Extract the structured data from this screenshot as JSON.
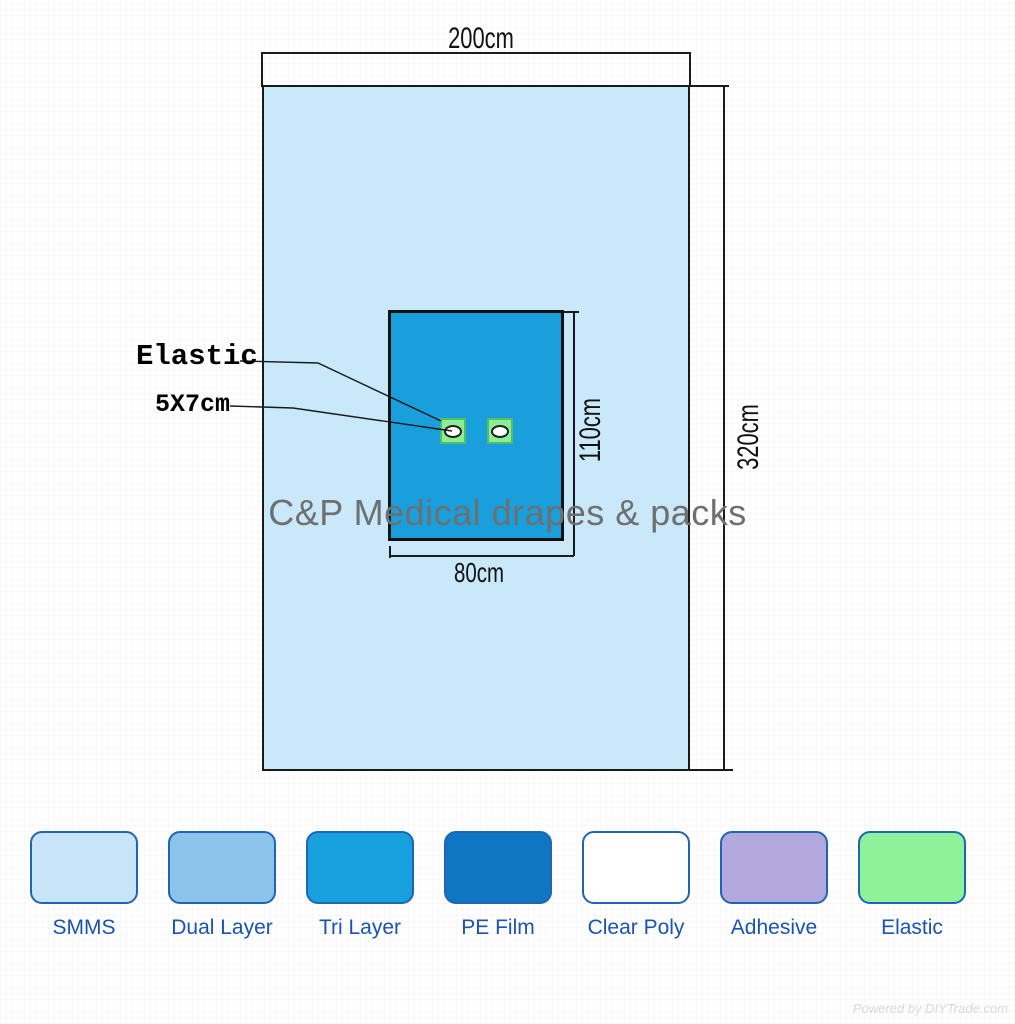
{
  "diagram": {
    "watermark": "C&P Medical drapes & packs",
    "dimensions": {
      "outer_width": "200cm",
      "outer_height": "320cm",
      "fenestration_area_width": "80cm",
      "fenestration_area_height": "110cm"
    },
    "callouts": {
      "elastic": "Elastic",
      "fenestration_size": "5X7cm"
    },
    "colors": {
      "drape": "#C9E8FA",
      "reinforcement": "#189FDC",
      "fenestration_patch": "#8DEC96",
      "line": "#1A1A1A",
      "watermark_gray": "#6F6F6F"
    }
  },
  "legend": {
    "label_color": "#1A53B0",
    "border_color": "#2064B4",
    "items": [
      {
        "label": "SMMS",
        "color": "#C8E4F8"
      },
      {
        "label": "Dual Layer",
        "color": "#8CC3EA"
      },
      {
        "label": "Tri Layer",
        "color": "#18A0DE"
      },
      {
        "label": "PE Film",
        "color": "#0E76C2"
      },
      {
        "label": "Clear Poly",
        "color": "#FFFFFF"
      },
      {
        "label": "Adhesive",
        "color": "#B3A8DD"
      },
      {
        "label": "Elastic",
        "color": "#8FF29A"
      }
    ]
  },
  "footer": {
    "credit": "Powered by DIYTrade.com"
  }
}
